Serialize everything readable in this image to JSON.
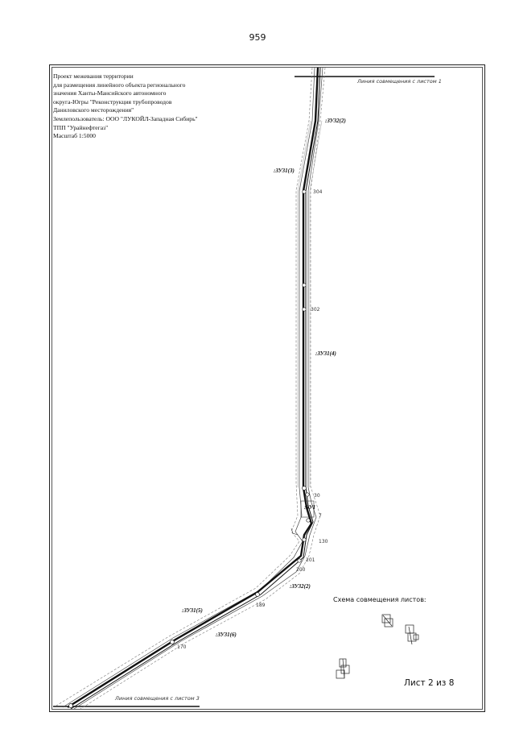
{
  "page_number": "959",
  "info_block": [
    "Проект межевания территории",
    "для размещения линейного объекта регионального",
    "значения Ханты-Мансийского автономного",
    "округа-Югры \"Реконструкция трубопроводов",
    "Даниловского месторождения\"",
    "Землепользователь: ООО \"ЛУКОЙЛ-Западная Сибирь\"",
    "ТПП \"Урайнефтегаз\"",
    "Масштаб 1:5000"
  ],
  "match_line_top": "Линия совмещения с листом 1",
  "match_line_bottom": "Линия совмещения с листом 3",
  "parcel_labels": [
    ":ЗУ32(2)",
    ":ЗУ31(3)",
    ":ЗУ31(4)",
    ":ЗУ1",
    ":ЗУ32(2)",
    ":ЗУ31(5)",
    ":ЗУ31(6)"
  ],
  "point_labels": [
    "304",
    "302",
    "30",
    "7",
    "130",
    "201",
    "200",
    "189",
    "170"
  ],
  "scheme_title": "Схема совмещения листов:",
  "sheet_label": "Лист 2 из 8"
}
